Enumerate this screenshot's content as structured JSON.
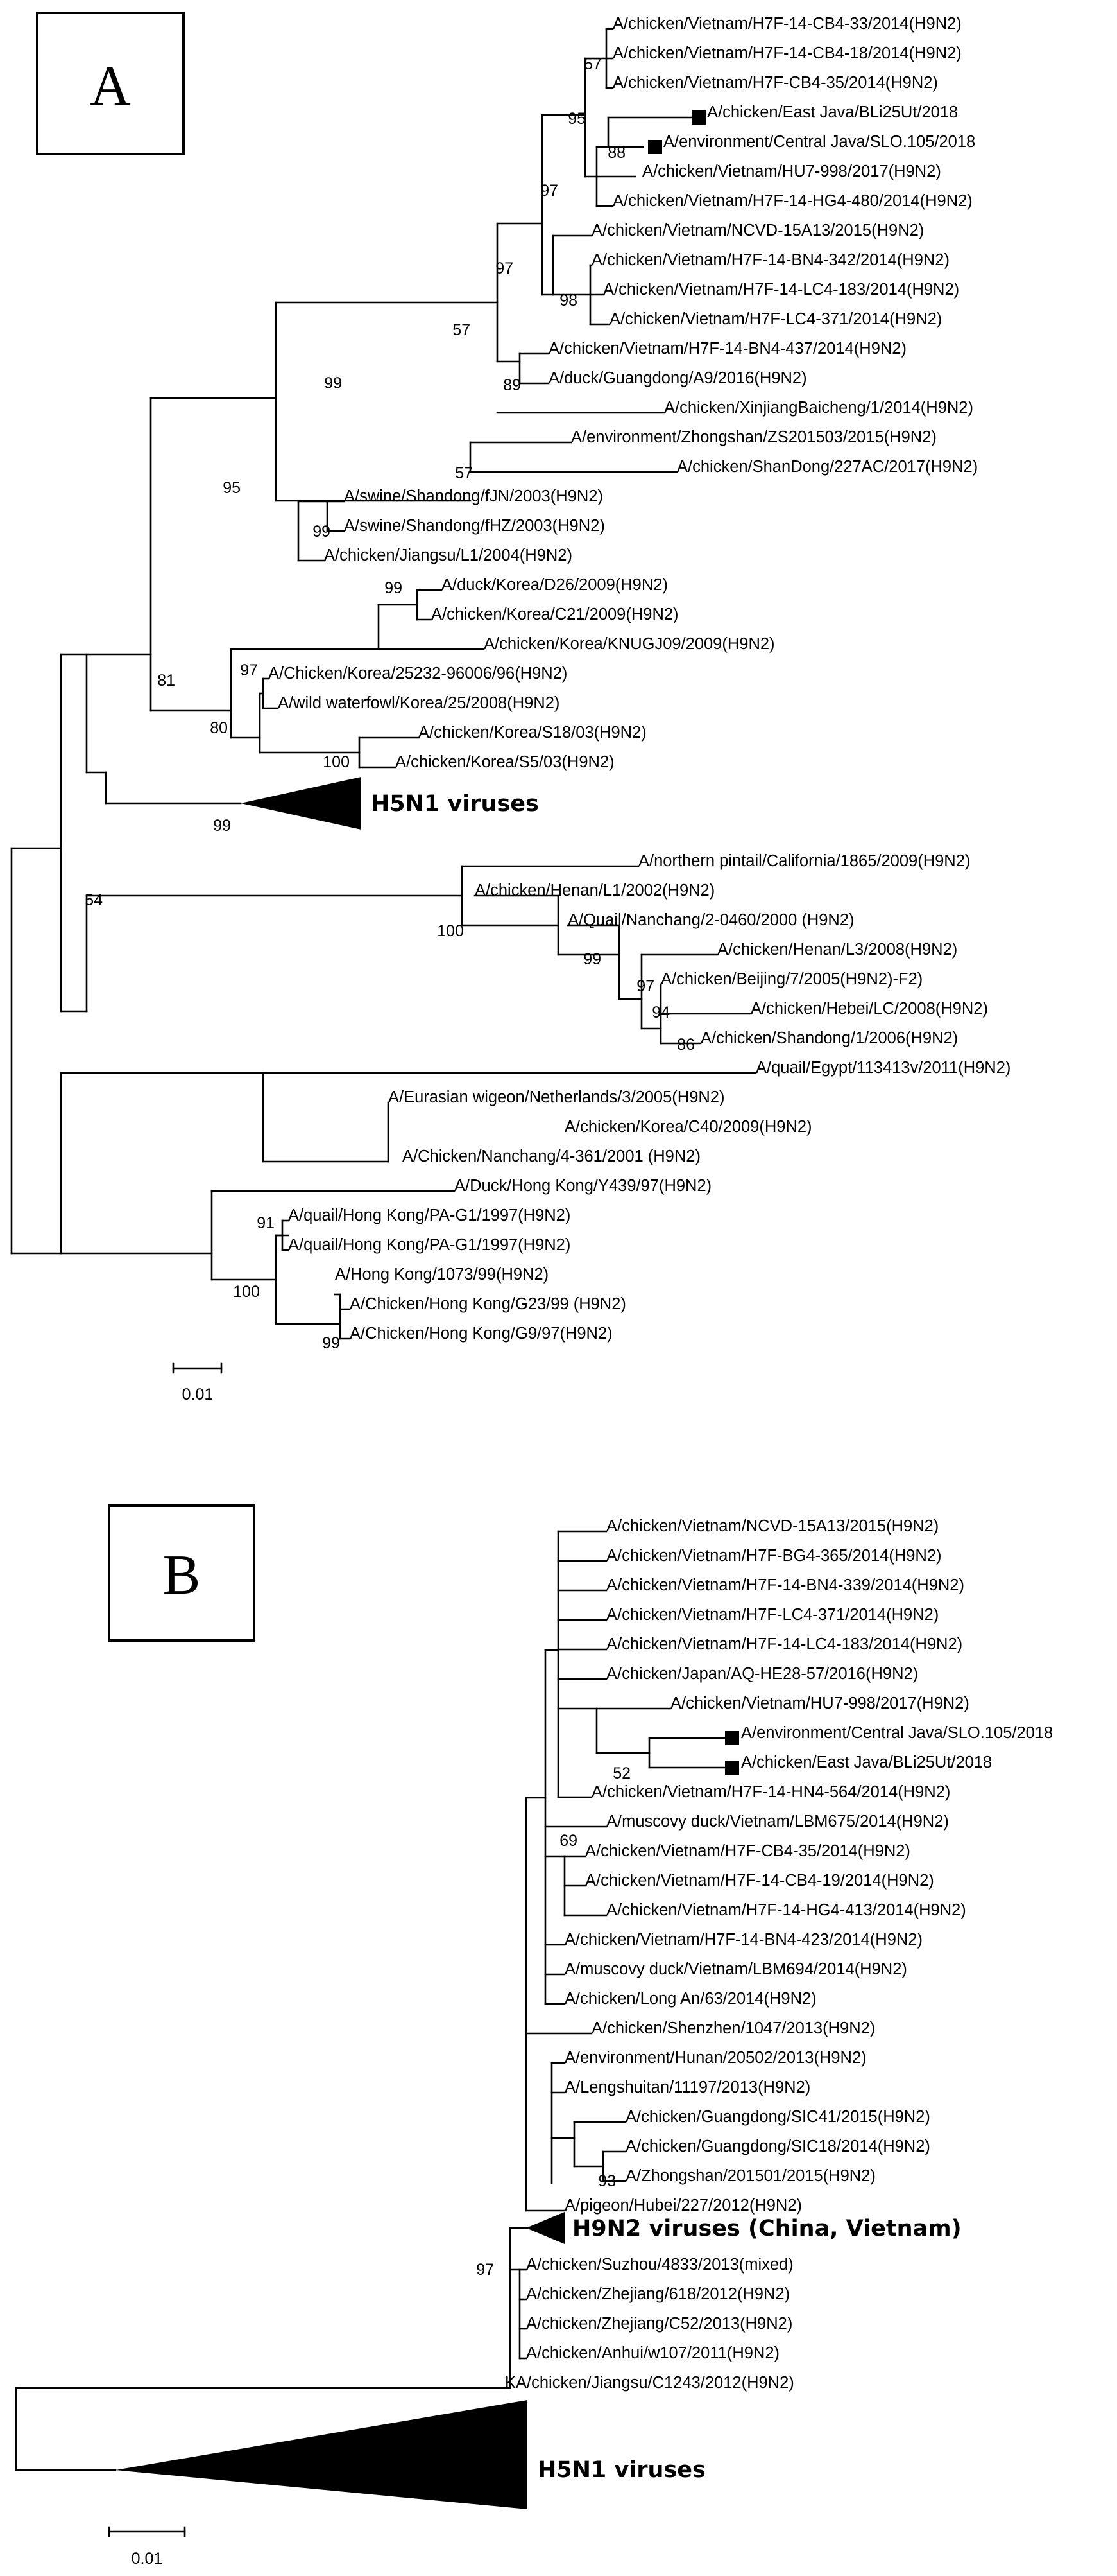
{
  "panel_a": {
    "letter": "A",
    "leaves": [
      "A/chicken/Vietnam/H7F-14-CB4-33/2014(H9N2)",
      "A/chicken/Vietnam/H7F-14-CB4-18/2014(H9N2)",
      "A/chicken/Vietnam/H7F-CB4-35/2014(H9N2)",
      "A/chicken/East Java/BLi25Ut/2018",
      "A/environment/Central Java/SLO.105/2018",
      "A/chicken/Vietnam/HU7-998/2017(H9N2)",
      "A/chicken/Vietnam/H7F-14-HG4-480/2014(H9N2)",
      "A/chicken/Vietnam/NCVD-15A13/2015(H9N2)",
      "A/chicken/Vietnam/H7F-14-BN4-342/2014(H9N2)",
      "A/chicken/Vietnam/H7F-14-LC4-183/2014(H9N2)",
      "A/chicken/Vietnam/H7F-LC4-371/2014(H9N2)",
      "A/chicken/Vietnam/H7F-14-BN4-437/2014(H9N2)",
      "A/duck/Guangdong/A9/2016(H9N2)",
      "A/chicken/XinjiangBaicheng/1/2014(H9N2)",
      "A/environment/Zhongshan/ZS201503/2015(H9N2)",
      "A/chicken/ShanDong/227AC/2017(H9N2)",
      "A/swine/Shandong/fJN/2003(H9N2)",
      "A/swine/Shandong/fHZ/2003(H9N2)",
      "A/chicken/Jiangsu/L1/2004(H9N2)",
      "A/duck/Korea/D26/2009(H9N2)",
      "A/chicken/Korea/C21/2009(H9N2)",
      "A/chicken/Korea/KNUGJ09/2009(H9N2)",
      "A/Chicken/Korea/25232-96006/96(H9N2)",
      "A/wild waterfowl/Korea/25/2008(H9N2)",
      "A/chicken/Korea/S18/03(H9N2)",
      "A/chicken/Korea/S5/03(H9N2)",
      "A/northern pintail/California/1865/2009(H9N2)",
      "A/chicken/Henan/L1/2002(H9N2)",
      "A/Quail/Nanchang/2-0460/2000 (H9N2)",
      "A/chicken/Henan/L3/2008(H9N2)",
      "A/chicken/Beijing/7/2005(H9N2)-F2)",
      "A/chicken/Hebei/LC/2008(H9N2)",
      "A/chicken/Shandong/1/2006(H9N2)",
      "A/quail/Egypt/113413v/2011(H9N2)",
      "A/Eurasian wigeon/Netherlands/3/2005(H9N2)",
      "A/chicken/Korea/C40/2009(H9N2)",
      "A/Chicken/Nanchang/4-361/2001 (H9N2)",
      "A/Duck/Hong Kong/Y439/97(H9N2)",
      "A/quail/Hong Kong/PA-G1/1997(H9N2)",
      "A/quail/Hong Kong/PA-G1/1997(H9N2)",
      "A/Hong Kong/1073/99(H9N2)",
      "A/Chicken/Hong Kong/G23/99 (H9N2)",
      "A/Chicken/Hong Kong/G9/97(H9N2)"
    ],
    "collapsed_clade": "H5N1 viruses",
    "bootstrap": [
      "57",
      "95",
      "88",
      "97",
      "98",
      "97",
      "57",
      "89",
      "99",
      "57",
      "95",
      "99",
      "99",
      "81",
      "97",
      "80",
      "100",
      "99",
      "54",
      "100",
      "99",
      "97",
      "94",
      "86",
      "91",
      "100",
      "99"
    ],
    "scale": "0.01"
  },
  "panel_b": {
    "letter": "B",
    "leaves": [
      "A/chicken/Vietnam/NCVD-15A13/2015(H9N2)",
      "A/chicken/Vietnam/H7F-BG4-365/2014(H9N2)",
      "A/chicken/Vietnam/H7F-14-BN4-339/2014(H9N2)",
      "A/chicken/Vietnam/H7F-LC4-371/2014(H9N2)",
      "A/chicken/Vietnam/H7F-14-LC4-183/2014(H9N2)",
      "A/chicken/Japan/AQ-HE28-57/2016(H9N2)",
      "A/chicken/Vietnam/HU7-998/2017(H9N2)",
      "A/environment/Central Java/SLO.105/2018",
      "A/chicken/East Java/BLi25Ut/2018",
      "A/chicken/Vietnam/H7F-14-HN4-564/2014(H9N2)",
      "A/muscovy duck/Vietnam/LBM675/2014(H9N2)",
      "A/chicken/Vietnam/H7F-CB4-35/2014(H9N2)",
      "A/chicken/Vietnam/H7F-14-CB4-19/2014(H9N2)",
      "A/chicken/Vietnam/H7F-14-HG4-413/2014(H9N2)",
      "A/chicken/Vietnam/H7F-14-BN4-423/2014(H9N2)",
      "A/muscovy duck/Vietnam/LBM694/2014(H9N2)",
      "A/chicken/Long An/63/2014(H9N2)",
      "A/chicken/Shenzhen/1047/2013(H9N2)",
      "A/environment/Hunan/20502/2013(H9N2)",
      "A/Lengshuitan/11197/2013(H9N2)",
      "A/chicken/Guangdong/SIC41/2015(H9N2)",
      "A/chicken/Guangdong/SIC18/2014(H9N2)",
      "A/Zhongshan/201501/2015(H9N2)",
      "A/pigeon/Hubei/227/2012(H9N2)",
      "A/chicken/Suzhou/4833/2013(mixed)",
      "A/chicken/Zhejiang/618/2012(H9N2)",
      "A/chicken/Zhejiang/C52/2013(H9N2)",
      "A/chicken/Anhui/w107/2011(H9N2)",
      "KA/chicken/Jiangsu/C1243/2012(H9N2)"
    ],
    "collapsed_clades": [
      "H9N2 viruses (China, Vietnam)",
      "H5N1 viruses"
    ],
    "bootstrap": [
      "52",
      "69",
      "93",
      "97"
    ],
    "scale": "0.01"
  }
}
